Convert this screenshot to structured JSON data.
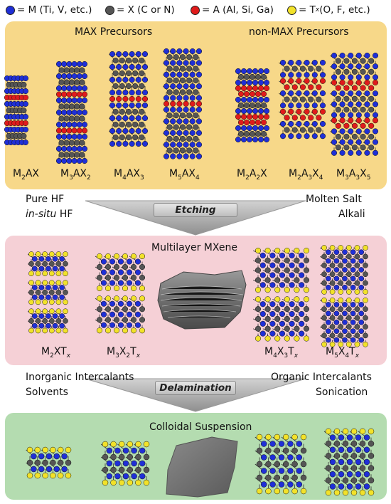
{
  "legend": [
    {
      "symbol": "= M (Ti, V, etc.)",
      "color": "#1f2fd6"
    },
    {
      "symbol": "= X (C or N)",
      "color": "#555555"
    },
    {
      "symbol": "= A (Al, Si, Ga)",
      "color": "#e01b1b"
    },
    {
      "symbol_prefix": "= T",
      "symbol_sub": "x",
      "symbol_suffix": " (O, F, etc.)",
      "color": "#f2e22a"
    }
  ],
  "max_panel": {
    "title_left": "MAX Precursors",
    "title_right": "non-MAX Precursors",
    "formulas": [
      {
        "parts": [
          "M",
          "2",
          "AX",
          ""
        ]
      },
      {
        "parts": [
          "M",
          "3",
          "AX",
          "2"
        ]
      },
      {
        "parts": [
          "M",
          "4",
          "AX",
          "3"
        ]
      },
      {
        "parts": [
          "M",
          "5",
          "AX",
          "4"
        ]
      },
      {
        "parts": [
          "M",
          "2",
          "A",
          "2",
          "X",
          ""
        ]
      },
      {
        "parts": [
          "M",
          "2",
          "A",
          "3",
          "X",
          "4"
        ]
      },
      {
        "parts": [
          "M",
          "3",
          "A",
          "3",
          "X",
          "5"
        ]
      }
    ]
  },
  "etching": {
    "label": "Etching",
    "left_line1": "Pure HF",
    "left_line2_italic": "in-situ",
    "left_line2_rest": " HF",
    "right_line1": "Molten Salt",
    "right_line2": "Alkali"
  },
  "multilayer_panel": {
    "title": "Multilayer MXene",
    "formulas": [
      {
        "a": "M",
        "a_sub": "2",
        "b": "XT",
        "b_sub": "",
        "t_sub": "x"
      },
      {
        "a": "M",
        "a_sub": "3",
        "b": "X",
        "b_sub": "2",
        "t_sub": "x"
      },
      {
        "a": "M",
        "a_sub": "4",
        "b": "X",
        "b_sub": "3",
        "t_sub": "x"
      },
      {
        "a": "M",
        "a_sub": "5",
        "b": "X",
        "b_sub": "4",
        "t_sub": "x"
      }
    ]
  },
  "delamination": {
    "label": "Delamination",
    "left_line1": "Inorganic Intercalants",
    "left_line2": "Solvents",
    "right_line1": "Organic Intercalants",
    "right_line2": "Sonication"
  },
  "colloidal_panel": {
    "title": "Colloidal Suspension"
  }
}
